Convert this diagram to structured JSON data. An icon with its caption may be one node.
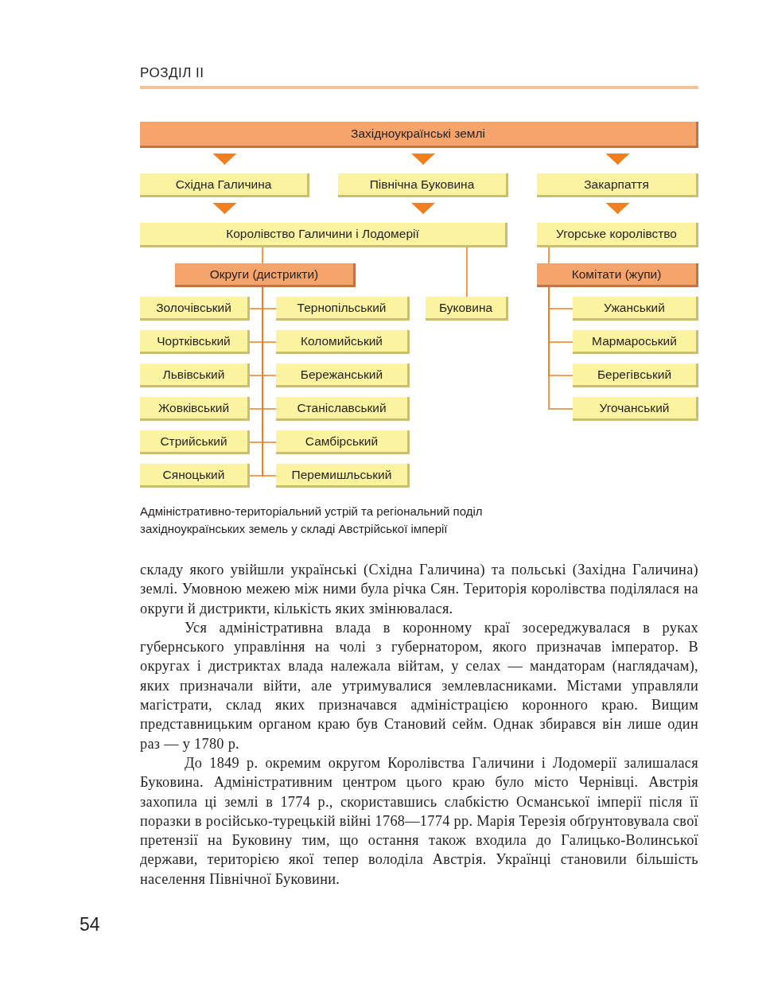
{
  "diagram": {
    "caption": "Адміністративно-територіальний устрій та регіональний поділ західноукраїнських земель у складі Австрійської імперії",
    "nodes": [
      {
        "text": [
          "Західноукраїнські землі"
        ]
      },
      {
        "text": [
          "Східна Галичина"
        ]
      },
      {
        "text": [
          "Північна Буковина"
        ]
      },
      {
        "text": [
          "Закарпаття"
        ]
      },
      {
        "text": [
          "Королівство Галичини і Лодомерії"
        ]
      },
      {
        "text": [
          "Угорське королівство"
        ]
      },
      {
        "text": [
          "Округи (дистрикти)"
        ]
      },
      {
        "text": [
          "Буковина"
        ]
      },
      {
        "text": [
          "Комітати (жупи)"
        ]
      },
      {
        "text": [
          "Золочівський"
        ]
      },
      {
        "text": [
          "Тернопільський"
        ]
      },
      {
        "text": [
          "Чортківський"
        ]
      },
      {
        "text": [
          "Коломийський"
        ]
      },
      {
        "text": [
          "Львівський"
        ]
      },
      {
        "text": [
          "Бережанський"
        ]
      },
      {
        "text": [
          "Жовківський"
        ]
      },
      {
        "text": [
          "Станіславський"
        ]
      },
      {
        "text": [
          "Стрийський"
        ]
      },
      {
        "text": [
          "Самбірський"
        ]
      },
      {
        "text": [
          "Сяноцький"
        ]
      },
      {
        "text": [
          "Перемишльський"
        ]
      },
      {
        "text": [
          "Ужанський"
        ]
      },
      {
        "text": [
          "Мармароський"
        ]
      },
      {
        "text": [
          "Берегівський"
        ]
      },
      {
        "text": [
          "Угочанський"
        ]
      }
    ],
    "edges": [
      {
        "from": 0,
        "to": 1,
        "arrow": "to"
      },
      {
        "from": 0,
        "to": 2,
        "arrow": "to"
      },
      {
        "from": 0,
        "to": 3,
        "arrow": "to"
      },
      {
        "from": 1,
        "to": 4,
        "arrow": "to"
      },
      {
        "from": 2,
        "to": 4,
        "arrow": "to"
      },
      {
        "from": 3,
        "to": 5,
        "arrow": "to"
      },
      {
        "from": 4,
        "to": 6,
        "arrow": "none"
      },
      {
        "from": 4,
        "to": 7,
        "arrow": "none"
      },
      {
        "from": 5,
        "to": 8,
        "arrow": "none"
      },
      {
        "from": 6,
        "to": 9,
        "arrow": "none"
      },
      {
        "from": 6,
        "to": 10,
        "arrow": "none"
      },
      {
        "from": 6,
        "to": 11,
        "arrow": "none"
      },
      {
        "from": 6,
        "to": 12,
        "arrow": "none"
      },
      {
        "from": 6,
        "to": 13,
        "arrow": "none"
      },
      {
        "from": 6,
        "to": 14,
        "arrow": "none"
      },
      {
        "from": 6,
        "to": 15,
        "arrow": "none"
      },
      {
        "from": 6,
        "to": 16,
        "arrow": "none"
      },
      {
        "from": 6,
        "to": 17,
        "arrow": "none"
      },
      {
        "from": 6,
        "to": 18,
        "arrow": "none"
      },
      {
        "from": 6,
        "to": 19,
        "arrow": "none"
      },
      {
        "from": 6,
        "to": 20,
        "arrow": "none"
      },
      {
        "from": 8,
        "to": 21,
        "arrow": "none"
      },
      {
        "from": 8,
        "to": 22,
        "arrow": "none"
      },
      {
        "from": 8,
        "to": 23,
        "arrow": "none"
      },
      {
        "from": 8,
        "to": 24,
        "arrow": "none"
      }
    ],
    "labels": [
      "РОЗДІЛ ІІ",
      "складу якого увійшли українські (Східна Галичина) та польські (Західна Галичина) землі. Умовною межею між ними була річка Сян. Територія королівства поділялася на округи й дистрикти, кількість яких змінювалася.",
      "Уся адміністративна влада в коронному краї зосереджувалася в руках губернського управління на чолі з губернатором, якого призначав імператор. В округах і дистриктах влада належала війтам, у селах — мандаторам (наглядачам), яких призначали війти, але утримувалися землевласниками. Містами управляли магістрати, склад яких призначався адміністрацією коронного краю. Вищим представницьким органом краю був Становий сейм. Однак збирався він лише один раз — у 1780 р.",
      "До 1849 р. окремим округом Королівства Галичини і Лодомерії залишалася Буковина. Адміністративним центром цього краю було місто Чернівці. Австрія захопила ці землі в 1774 р., скориставшись слабкістю Османської імперії після її поразки в російсько-турецькій війні 1768—1774 рр. Марія Терезія обґрунтовувала свої претензії на Буковину тим, що остання також входила до Галицько-Волинської держави, територією якої тепер володіла Австрія. Українці становили більшість населення Північної Буковини.",
      "54"
    ]
  }
}
